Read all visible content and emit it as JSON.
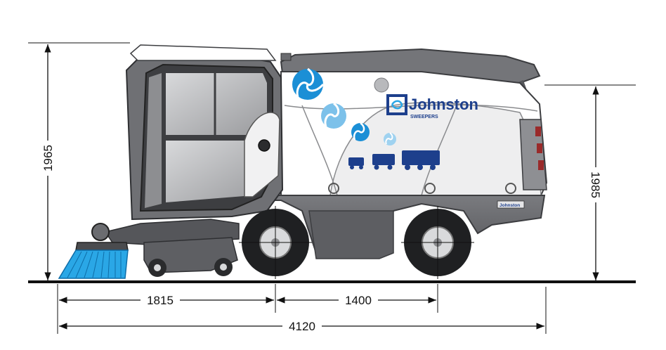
{
  "dimensions": {
    "height_left": "1965",
    "height_right": "1985",
    "front_overhang": "1815",
    "wheelbase": "1400",
    "overall_length": "4120"
  },
  "branding": {
    "name": "Johnston",
    "tagline": "SWEEPERS",
    "plate": "Johnston"
  },
  "colors": {
    "body": "#6b6c70",
    "body_dark": "#3c3d40",
    "panel": "#ffffff",
    "brand_blue": "#1d3f8c",
    "swirl_blue": "#1b8fd6",
    "brush_blue": "#2aa7e6"
  }
}
